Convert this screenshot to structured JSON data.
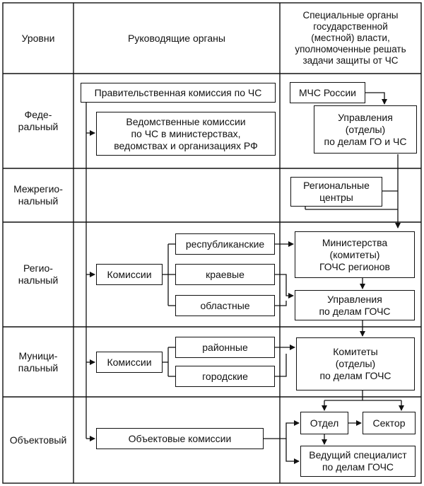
{
  "header": {
    "levels": "Уровни",
    "governing": "Руководящие органы",
    "special": "Специальные органы\nгосударственной\n(местной) власти,\nуполномоченные решать\nзадачи защиты от ЧС"
  },
  "levels": {
    "federal": "Феде-\nральный",
    "interregional": "Межрегио-\nнальный",
    "regional": "Регио-\nнальный",
    "municipal": "Муници-\nпальный",
    "object": "Объектовый"
  },
  "governing": {
    "gov_commission": "Правительственная комиссия по ЧС",
    "dept_commissions": "Ведомственные комиссии\nпо ЧС в министерствах,\nведомствах и организациях РФ",
    "regional_commissions": "Комиссии",
    "republican": "республиканские",
    "krai": "краевые",
    "oblast": "областные",
    "municipal_commissions": "Комиссии",
    "district": "районные",
    "city": "городские",
    "object_commissions": "Объектовые комиссии"
  },
  "special": {
    "mchs": "МЧС России",
    "directorates": "Управления\n(отделы)\nпо делам ГО и ЧС",
    "regional_centers": "Региональные\nцентры",
    "ministries": "Министерства\n(комитеты)\nГОЧС регионов",
    "gochs_directorates": "Управления\nпо делам ГОЧС",
    "committees": "Комитеты\n(отделы)\nпо делам ГОЧС",
    "department": "Отдел",
    "sector": "Сектор",
    "lead_specialist": "Ведущий специалист\nпо делам ГОЧС"
  }
}
